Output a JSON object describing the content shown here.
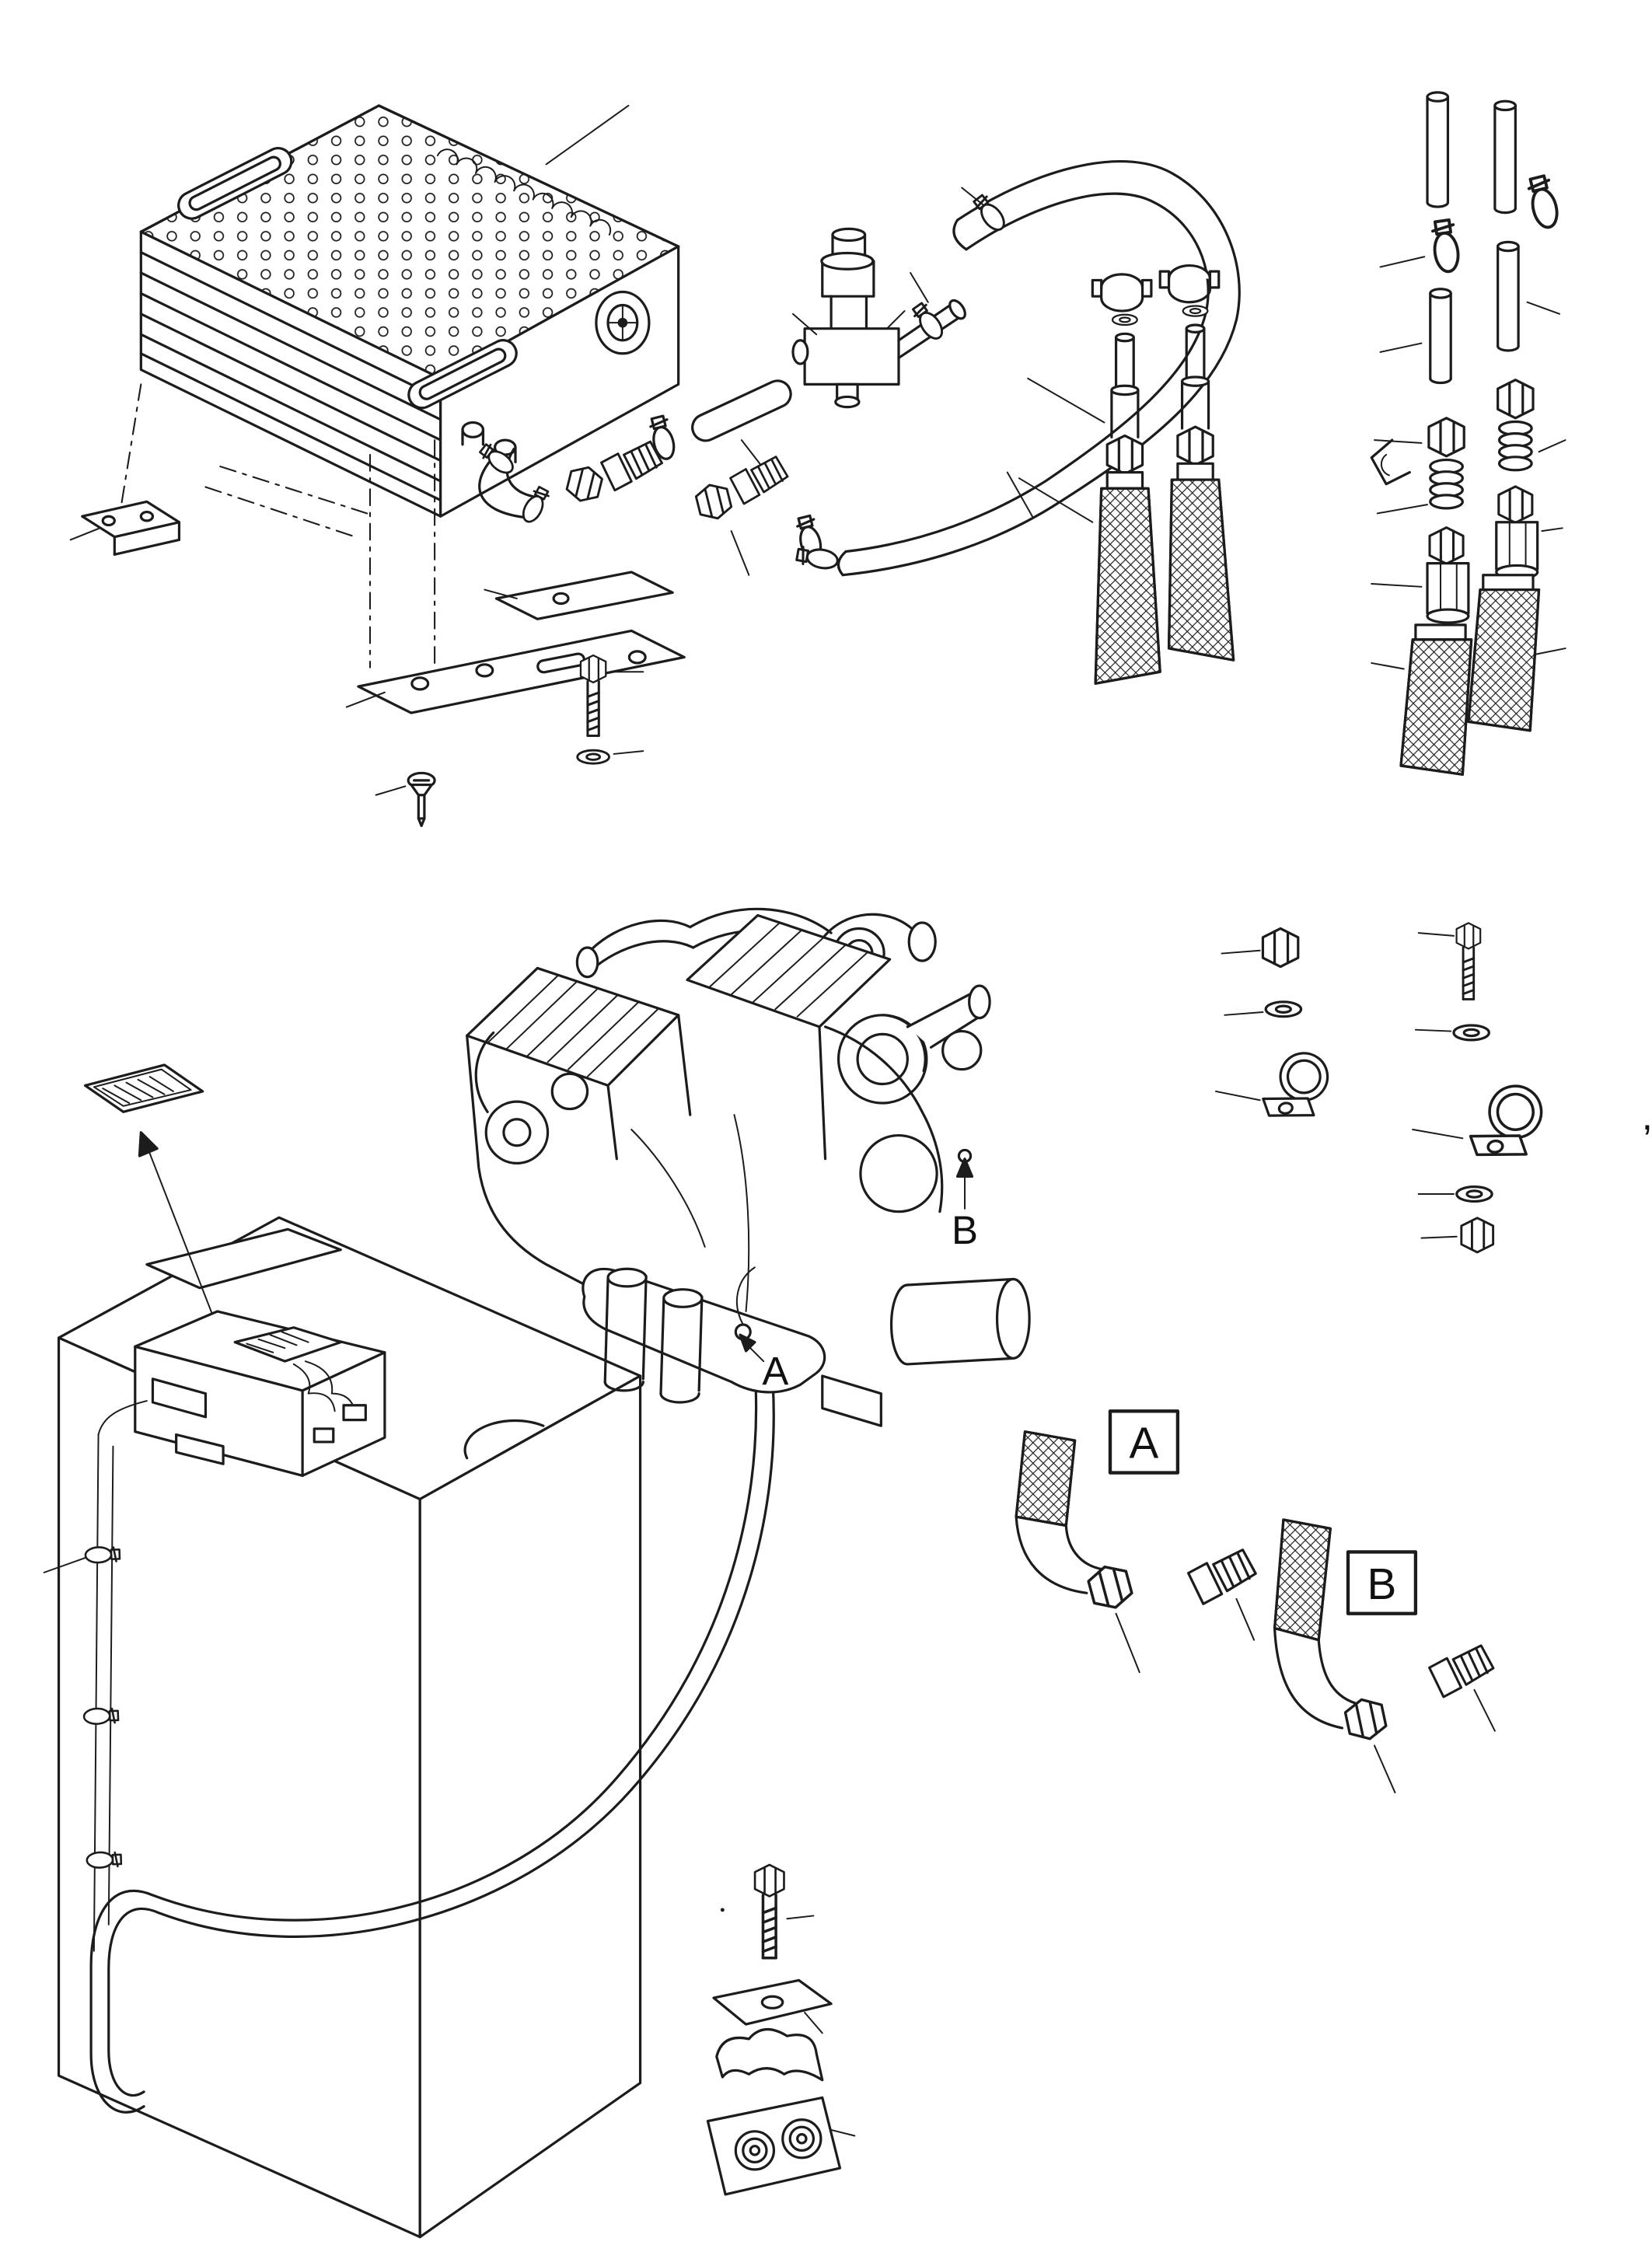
{
  "page": {
    "background": "#ffffff",
    "line_color": "#1c1c1c",
    "description_icon": "exploded-parts-diagram"
  },
  "callouts": {
    "engine_point_a": "A",
    "engine_point_b": "B",
    "detail_a": "A",
    "detail_b": "B",
    "stray_comma": ","
  },
  "part_icons": [
    "heater-unit-icon",
    "vent-grille-icon",
    "fan-opening-icon",
    "mounting-bracket-icon",
    "mounting-bar-icon",
    "hex-bolt-icon",
    "washer-icon",
    "countersunk-screw-icon",
    "solenoid-valve-icon",
    "hose-clamp-icon",
    "connector-tube-icon",
    "elbow-fitting-icon",
    "threaded-nipple-icon",
    "coolant-hose-icon",
    "compression-fitting-icon",
    "braided-hose-icon",
    "pipe-clamp-icon",
    "engine-icon",
    "turbocharger-icon",
    "control-unit-icon",
    "instruction-label-icon",
    "tank-cabinet-icon",
    "hose-routing-icon",
    "p-clamp-icon",
    "hex-nut-icon",
    "line-clamp-block-icon",
    "clamp-plate-icon"
  ]
}
